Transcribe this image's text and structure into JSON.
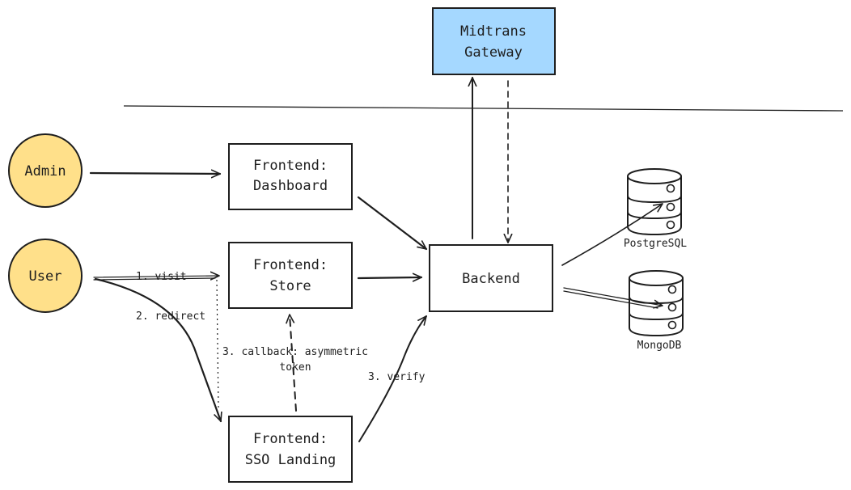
{
  "nodes": {
    "admin": {
      "label": "Admin"
    },
    "user": {
      "label": "User"
    },
    "dashboard": {
      "line1": "Frontend:",
      "line2": "Dashboard"
    },
    "store": {
      "line1": "Frontend:",
      "line2": "Store"
    },
    "sso": {
      "line1": "Frontend:",
      "line2": "SSO Landing"
    },
    "backend": {
      "label": "Backend"
    },
    "midtrans": {
      "line1": "Midtrans",
      "line2": "Gateway"
    },
    "postgres": {
      "label": "PostgreSQL"
    },
    "mongo": {
      "label": "MongoDB"
    }
  },
  "edges": {
    "visit": "1. visit",
    "redirect": "2. redirect",
    "callback_line1": "3. callback: asymmetric",
    "callback_line2": "token",
    "verify": "3. verify"
  },
  "colors": {
    "actor_fill": "#ffe08a",
    "gateway_fill": "#a5d8ff",
    "stroke": "#1e1e1e",
    "background": "#ffffff"
  }
}
